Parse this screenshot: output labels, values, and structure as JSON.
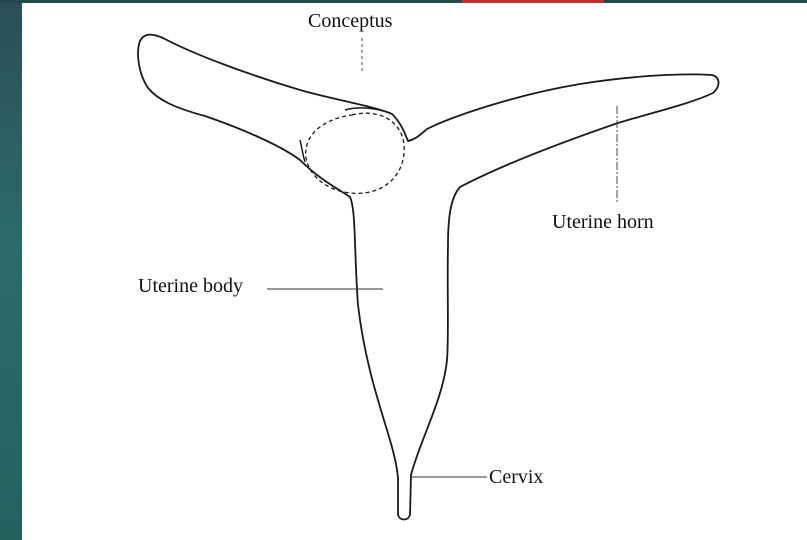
{
  "slide": {
    "accent_colors": {
      "side_band": "#2c6b6b",
      "top_band": "#23474c",
      "top_accent": "#c0302b"
    }
  },
  "diagram": {
    "labels": {
      "conceptus": "Conceptus",
      "uterine_horn": "Uterine horn",
      "uterine_body": "Uterine body",
      "cervix": "Cervix"
    }
  }
}
